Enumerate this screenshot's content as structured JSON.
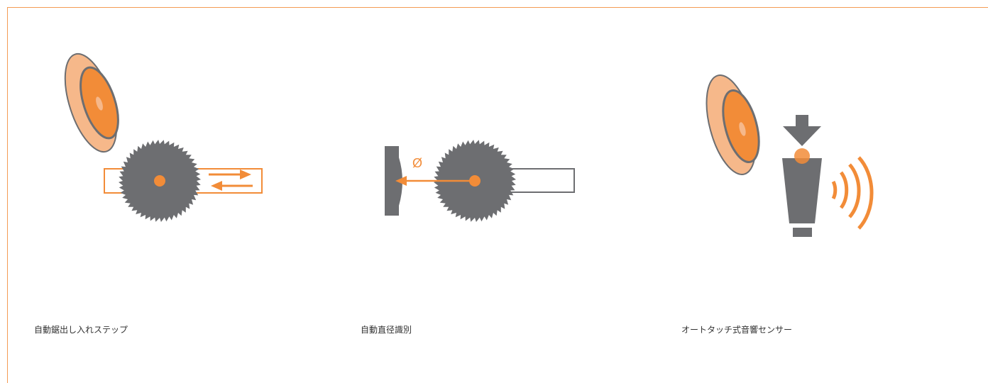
{
  "colors": {
    "accent": "#f28c38",
    "accent_light": "#f6b88a",
    "gray": "#6d6e71",
    "frame": "#f39c55"
  },
  "panels": [
    {
      "caption": "自動鋸出し入れステップ",
      "icons": [
        "grinding-wheel-icon",
        "saw-blade-icon",
        "bidirectional-arrow-icon"
      ]
    },
    {
      "caption": "自動直径識別",
      "icons": [
        "caliper-jaw-icon",
        "diameter-arrow-icon",
        "saw-blade-icon"
      ],
      "diameter_symbol": "Ø"
    },
    {
      "caption": "オートタッチ式音響センサー",
      "icons": [
        "grinding-wheel-icon",
        "down-arrow-icon",
        "acoustic-sensor-icon",
        "sound-waves-icon"
      ]
    }
  ]
}
